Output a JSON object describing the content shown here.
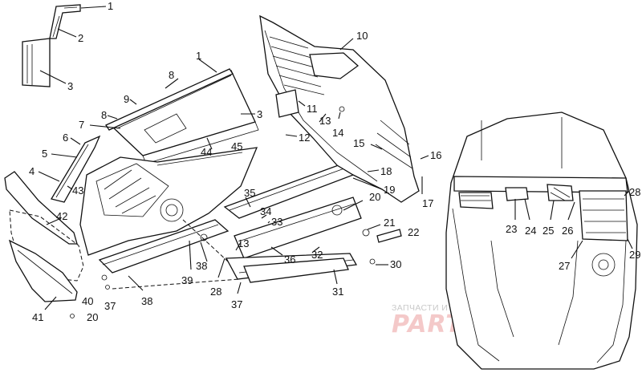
{
  "callouts": [
    {
      "id": "c1a",
      "text": "1"
    },
    {
      "id": "c2",
      "text": "2"
    },
    {
      "id": "c3a",
      "text": "3"
    },
    {
      "id": "c1b",
      "text": "1"
    },
    {
      "id": "c8a",
      "text": "8"
    },
    {
      "id": "c9",
      "text": "9"
    },
    {
      "id": "c3b",
      "text": "3"
    },
    {
      "id": "c8b",
      "text": "8"
    },
    {
      "id": "c7",
      "text": "7"
    },
    {
      "id": "c6",
      "text": "6"
    },
    {
      "id": "c5",
      "text": "5"
    },
    {
      "id": "c4",
      "text": "4"
    },
    {
      "id": "c43",
      "text": "43"
    },
    {
      "id": "c44",
      "text": "44"
    },
    {
      "id": "c45",
      "text": "45"
    },
    {
      "id": "c42",
      "text": "42"
    },
    {
      "id": "c41",
      "text": "41"
    },
    {
      "id": "c20a",
      "text": "20"
    },
    {
      "id": "c40",
      "text": "40"
    },
    {
      "id": "c37a",
      "text": "37"
    },
    {
      "id": "c38a",
      "text": "38"
    },
    {
      "id": "c39",
      "text": "39"
    },
    {
      "id": "c38b",
      "text": "38"
    },
    {
      "id": "c28a",
      "text": "28"
    },
    {
      "id": "c37b",
      "text": "37"
    },
    {
      "id": "c13a",
      "text": "13"
    },
    {
      "id": "c35",
      "text": "35"
    },
    {
      "id": "c34",
      "text": "34"
    },
    {
      "id": "c33",
      "text": "33"
    },
    {
      "id": "c36",
      "text": "36"
    },
    {
      "id": "c32",
      "text": "32"
    },
    {
      "id": "c31",
      "text": "31"
    },
    {
      "id": "c30",
      "text": "30"
    },
    {
      "id": "c22",
      "text": "22"
    },
    {
      "id": "c21",
      "text": "21"
    },
    {
      "id": "c20b",
      "text": "20"
    },
    {
      "id": "c19",
      "text": "19"
    },
    {
      "id": "c18",
      "text": "18"
    },
    {
      "id": "c17",
      "text": "17"
    },
    {
      "id": "c16",
      "text": "16"
    },
    {
      "id": "c15",
      "text": "15"
    },
    {
      "id": "c14",
      "text": "14"
    },
    {
      "id": "c13b",
      "text": "13"
    },
    {
      "id": "c12",
      "text": "12"
    },
    {
      "id": "c11",
      "text": "11"
    },
    {
      "id": "c10",
      "text": "10"
    },
    {
      "id": "c23",
      "text": "23"
    },
    {
      "id": "c24",
      "text": "24"
    },
    {
      "id": "c25",
      "text": "25"
    },
    {
      "id": "c26",
      "text": "26"
    },
    {
      "id": "c27",
      "text": "27"
    },
    {
      "id": "c28b",
      "text": "28"
    },
    {
      "id": "c29",
      "text": "29"
    }
  ],
  "watermark": {
    "caption": "ЗАПЧАСТИ И АКСЕССУАРЫ ДЛЯ МОТОТЕХНИКИ",
    "brand": "PARTSFOR.RU",
    "caption_color": "#c9c9c9",
    "brand_color": "#f4c9c9"
  }
}
